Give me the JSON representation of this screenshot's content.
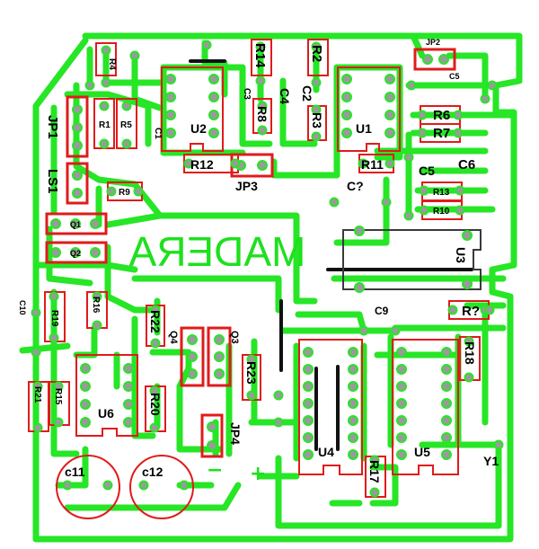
{
  "board": {
    "title": "MADERA",
    "trace_color": "#26e626",
    "silk_color": "#e01b1b",
    "pad_color": "#9a9a9a",
    "jumper_color": "#111111",
    "polarity": {
      "minus": "−",
      "plus": "+"
    }
  },
  "labels": {
    "R4": "R4",
    "R1": "R1",
    "R5": "R5",
    "R14": "R14",
    "R2": "R2",
    "JP2": "JP2",
    "C5": "C5",
    "C3": "C3",
    "C4": "C4",
    "C2": "C2",
    "R8": "R8",
    "R3": "R3",
    "U2": "U2",
    "U1": "U1",
    "R6": "R6",
    "R7": "R7",
    "C6": "C6",
    "C1": "C1",
    "R12": "R12",
    "JP3": "JP3",
    "R11": "R11",
    "C5b": "C5",
    "R13": "R13",
    "R10": "R10",
    "JP1": "JP1",
    "LS1": "LS1",
    "R9": "R9",
    "Cq": "C?",
    "Q1": "Q1",
    "Q2": "Q2",
    "U3": "U3",
    "C10": "C10",
    "R19": "R19",
    "R16": "R16",
    "R22": "R22",
    "Q4": "Q4",
    "Q3": "Q3",
    "C9": "C9",
    "Rq": "R?",
    "R18": "R18",
    "R23": "R23",
    "R21": "R21",
    "R15": "R15",
    "U6": "U6",
    "R20": "R20",
    "JP4": "JP4",
    "U4": "U4",
    "U5": "U5",
    "R17": "R17",
    "Y1": "Y1",
    "C11": "c11",
    "C12": "c12"
  }
}
